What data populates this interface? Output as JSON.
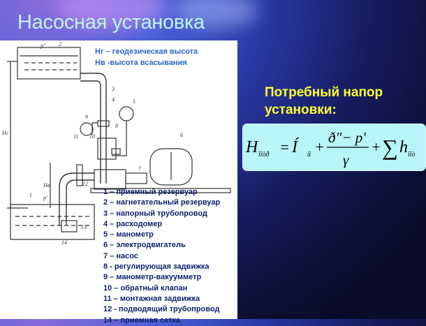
{
  "slide": {
    "title": "Насосная установка",
    "heading": [
      "Потребный напор",
      "установки:"
    ]
  },
  "symbols": [
    {
      "label": "Hг – геодезическая высота"
    },
    {
      "label": "Hв -высота всасывания"
    }
  ],
  "legend": [
    "1 – приемный резервуар",
    "2 – нагнетательный резервуар",
    "3 – напорный трубопровод",
    "4 – расходомер",
    "5 – манометр",
    "6 – электродвигатель",
    "7 – насос",
    "8 - регулирующая задвижка",
    "9 – манометр-вакуумметр",
    "10 – обратный клапан",
    "11 – монтажная задвижка",
    "12 - подводящий трубопровод",
    "14 – приемная сетка"
  ],
  "diagram_labels": {
    "p2": "p''",
    "n2": "2",
    "n3": "3",
    "n4": "4",
    "n5": "5",
    "n6": "6",
    "n7": "7",
    "n8": "8",
    "n9": "9",
    "n10": "10",
    "n11": "11",
    "n12": "12",
    "n1": "1",
    "p1": "p'",
    "n13": "13",
    "n14": "14",
    "hg": "Hг",
    "hv": "Hв"
  },
  "formula": {
    "lhs": "H",
    "lhs_sub": "îîòð",
    "eq": "=",
    "term1": "Í",
    "term1_sub": "ã",
    "plus1": "+",
    "numerator": "ð\"− p'",
    "denominator": "γ",
    "plus2": "+",
    "sum": "∑",
    "h": "h",
    "h_sub": "îîò"
  },
  "colors": {
    "title": "#bff4f4",
    "heading": "#ffff33",
    "legend": "#0f1f6a",
    "symbols": "#2b66c8",
    "formula_bg": "#b8f5f8"
  }
}
